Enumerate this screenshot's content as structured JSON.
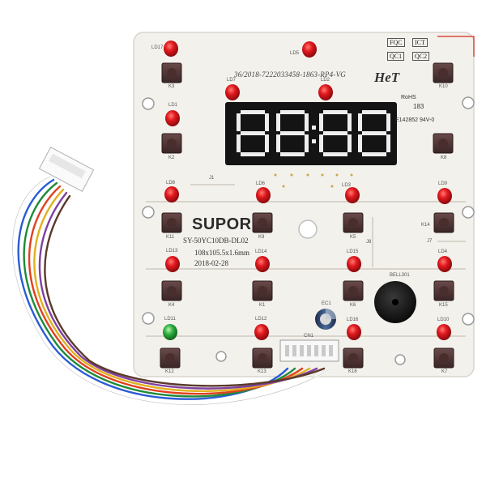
{
  "board": {
    "serial": "36/2018-7222033458-1863-RP4-VG",
    "logo": "HeT",
    "rohs": "RoHS",
    "cert_line1": "183",
    "cert_line2": "E142852  94V-0",
    "brand": "SUPOR",
    "model": "SY-50YC10DB-DL02",
    "dimensions": "108x105.5x1.6mm",
    "date": "2018-02-28",
    "badges": [
      "FQC",
      "ICT",
      "QC1",
      "QC2"
    ]
  },
  "labels": {
    "ld17": "LD17",
    "ld5": "LD5",
    "ld7": "LD7",
    "ld2": "LD2",
    "ld1": "LD1",
    "ld8": "LD8",
    "ld6": "LD6",
    "ld3": "LD3",
    "ld9": "LD9",
    "ld13": "LD13",
    "ld14": "LD14",
    "ld15": "LD15",
    "ld4": "LD4",
    "ld11": "LD11",
    "ld12": "LD12",
    "ld16": "LD16",
    "ld10": "LD10",
    "k3": "K3",
    "k10": "K10",
    "k2": "K2",
    "k8": "K8",
    "k11": "K11",
    "k9": "K9",
    "k5": "K5",
    "k14": "K14",
    "k4": "K4",
    "k1": "K1",
    "k6": "K6",
    "k15": "K15",
    "k12": "K12",
    "k13": "K13",
    "k16": "K16",
    "k7": "K7",
    "j1": "J1",
    "j7": "J7",
    "j8": "J8",
    "ec1": "EC1",
    "bell": "BELL301",
    "cn1": "CN1"
  },
  "colors": {
    "board": "#f3f1ec",
    "led_red": "#d8141a",
    "led_green": "#29a83a",
    "display": "#141414",
    "segment": "#f0f0f0"
  }
}
